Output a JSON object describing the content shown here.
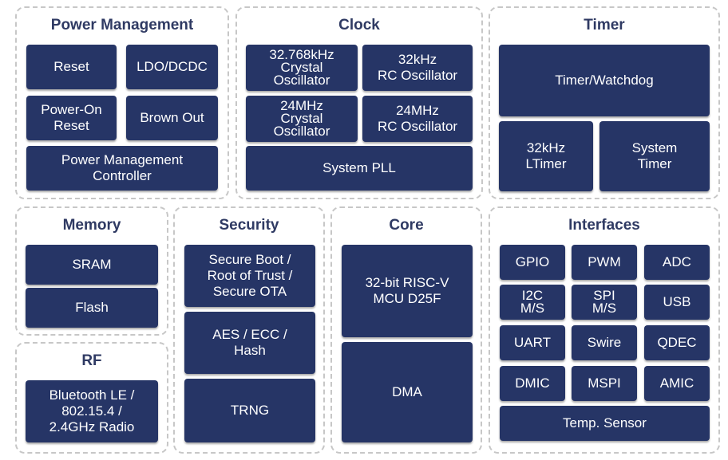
{
  "colors": {
    "block": "#263566",
    "title": "#2f3a63",
    "border": "#c7c7c7"
  },
  "groups": {
    "power": {
      "title": "Power Management",
      "reset": "Reset",
      "ldo": "LDO/DCDC",
      "por": "Power-On\nReset",
      "brownout": "Brown Out",
      "pmc": "Power Management\nController"
    },
    "clock": {
      "title": "Clock",
      "xtal32k": "32.768kHz\nCrystal\nOscillator",
      "rc32k": "32kHz\nRC Oscillator",
      "xtal24m": "24MHz\nCrystal\nOscillator",
      "rc24m": "24MHz\nRC Oscillator",
      "pll": "System PLL"
    },
    "timer": {
      "title": "Timer",
      "watchdog": "Timer/Watchdog",
      "ltimer": "32kHz\nLTimer",
      "systimer": "System\nTimer"
    },
    "memory": {
      "title": "Memory",
      "sram": "SRAM",
      "flash": "Flash"
    },
    "rf": {
      "title": "RF",
      "radio": "Bluetooth LE /\n802.15.4 /\n2.4GHz Radio"
    },
    "security": {
      "title": "Security",
      "boot": "Secure Boot /\nRoot of Trust /\nSecure OTA",
      "crypto": "AES / ECC /\nHash",
      "trng": "TRNG"
    },
    "core": {
      "title": "Core",
      "mcu": "32-bit RISC-V\nMCU D25F",
      "dma": "DMA"
    },
    "interfaces": {
      "title": "Interfaces",
      "gpio": "GPIO",
      "pwm": "PWM",
      "adc": "ADC",
      "i2c": "I2C\nM/S",
      "spi": "SPI\nM/S",
      "usb": "USB",
      "uart": "UART",
      "swire": "Swire",
      "qdec": "QDEC",
      "dmic": "DMIC",
      "mspi": "MSPI",
      "amic": "AMIC",
      "temp": "Temp. Sensor"
    }
  }
}
